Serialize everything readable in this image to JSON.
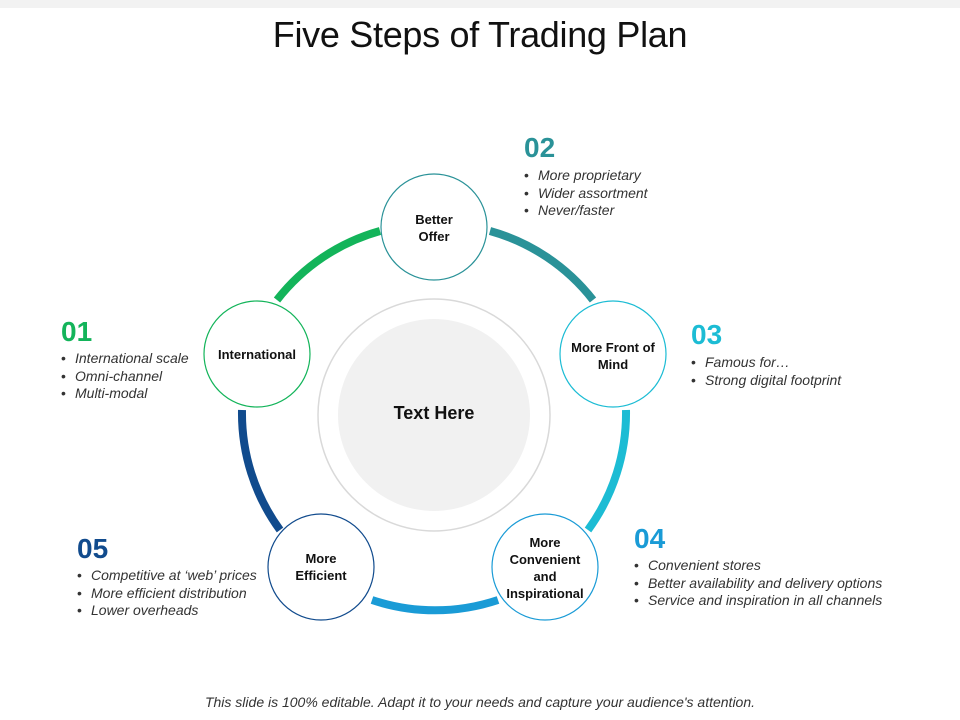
{
  "title": "Five Steps of Trading Plan",
  "center": {
    "label": "Text Here"
  },
  "colors": {
    "step1": "#13b45a",
    "step2": "#2a9298",
    "step3": "#1cbcd4",
    "step4": "#1a9bd6",
    "step5": "#114b8d"
  },
  "steps": [
    {
      "number": "01",
      "label": "International",
      "bullets": [
        "International scale",
        "Omni-channel",
        "Multi-modal"
      ]
    },
    {
      "number": "02",
      "label": "Better Offer",
      "bullets": [
        "More proprietary",
        "Wider assortment",
        "Never/faster"
      ]
    },
    {
      "number": "03",
      "label": "More Front of Mind",
      "bullets": [
        "Famous for…",
        "Strong digital footprint"
      ]
    },
    {
      "number": "04",
      "label": "More Convenient and Inspirational",
      "bullets": [
        "Convenient stores",
        "Better availability and delivery options",
        "Service and inspiration in all channels"
      ]
    },
    {
      "number": "05",
      "label": "More Efficient",
      "bullets": [
        "Competitive at ‘web’ prices",
        "More efficient distribution",
        "Lower overheads"
      ]
    }
  ],
  "footer": "This slide is 100% editable. Adapt it to your needs and capture your audience's attention."
}
